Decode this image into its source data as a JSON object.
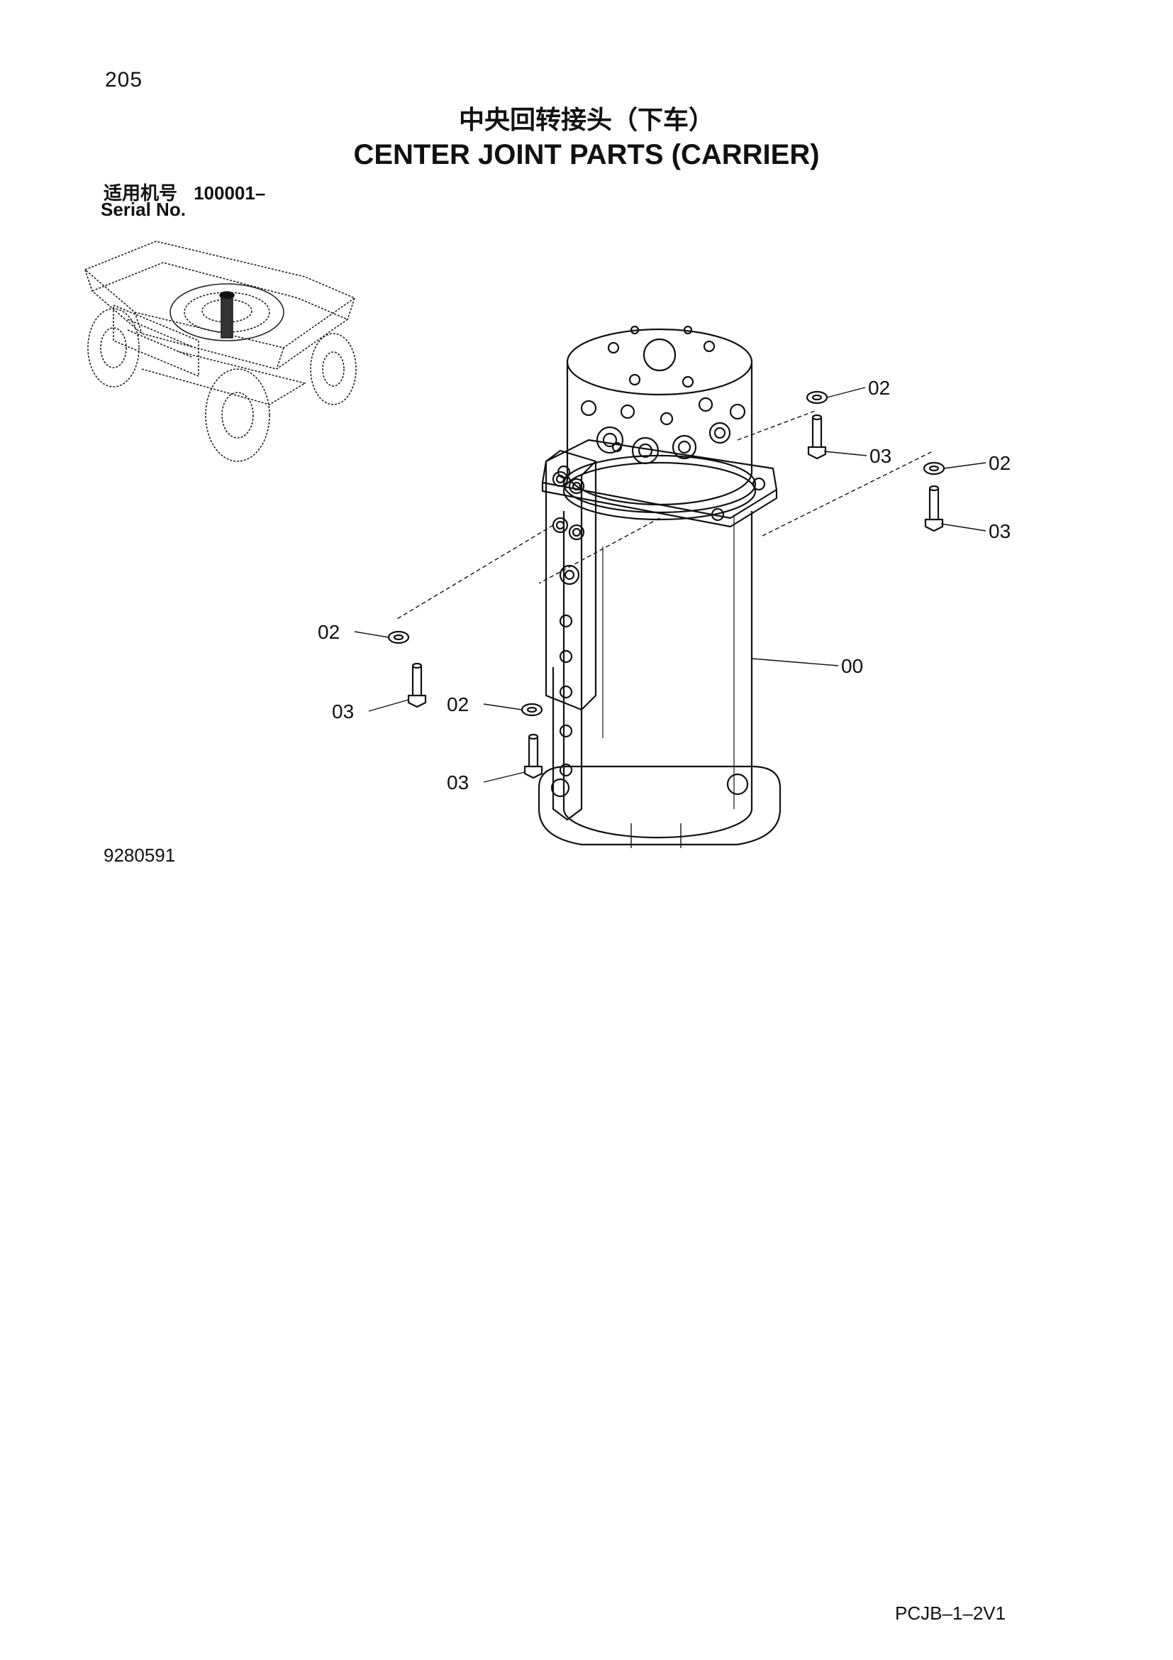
{
  "page_number": "205",
  "title_cn": "中央回转接头（下车）",
  "title_en": "CENTER JOINT PARTS (CARRIER)",
  "serial": {
    "label_cn": "适用机号",
    "value": "100001–",
    "label_en": "Serial No."
  },
  "callouts": {
    "c00": "00",
    "c02_a": "02",
    "c03_a": "03",
    "c02_b": "02",
    "c03_b": "03",
    "c02_c": "02",
    "c03_c": "03",
    "c02_d": "02",
    "c03_d": "03"
  },
  "drawing_number": "9280591",
  "doc_code": "PCJB–1–2V1"
}
